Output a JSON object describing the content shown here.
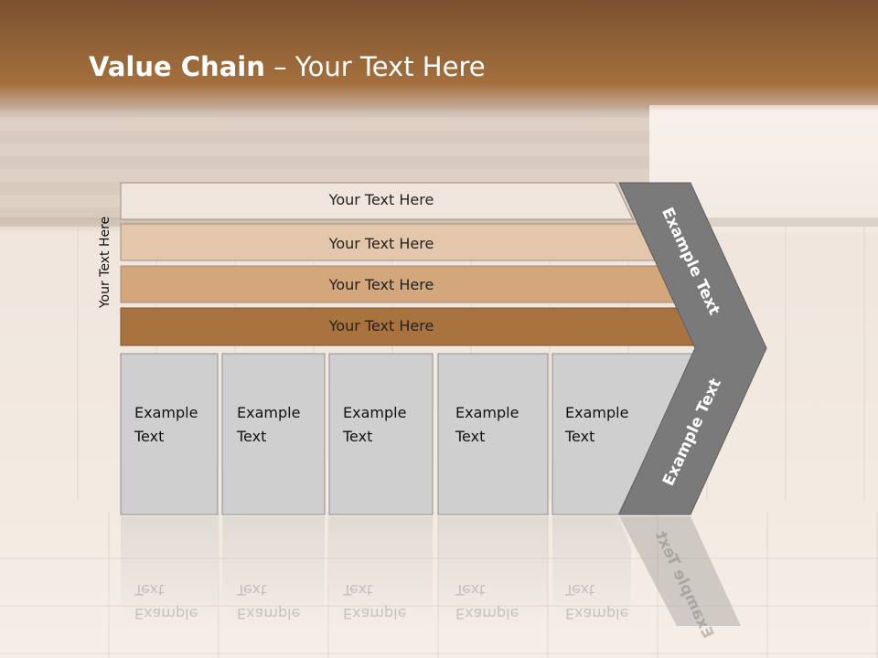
{
  "title": {
    "bold": "Value Chain",
    "rest": " – Your Text Here"
  },
  "side_label": "Your Text Here",
  "bars": [
    {
      "label": "Your Text Here",
      "color": "#efe5dc"
    },
    {
      "label": "Your Text Here",
      "color": "#e4c7ab"
    },
    {
      "label": "Your Text Here",
      "color": "#d3a67b"
    },
    {
      "label": "Your Text Here",
      "color": "#a8733f"
    }
  ],
  "boxes": [
    {
      "line1": "Example",
      "line2": "Text"
    },
    {
      "line1": "Example",
      "line2": "Text"
    },
    {
      "line1": "Example",
      "line2": "Text"
    },
    {
      "line1": "Example",
      "line2": "Text"
    },
    {
      "line1": "Example",
      "line2": "Text"
    }
  ],
  "arrow": {
    "upper": "Example Text",
    "lower": "Example Text",
    "color": "#7a7a7a"
  },
  "box_color": "#cfcfcf"
}
